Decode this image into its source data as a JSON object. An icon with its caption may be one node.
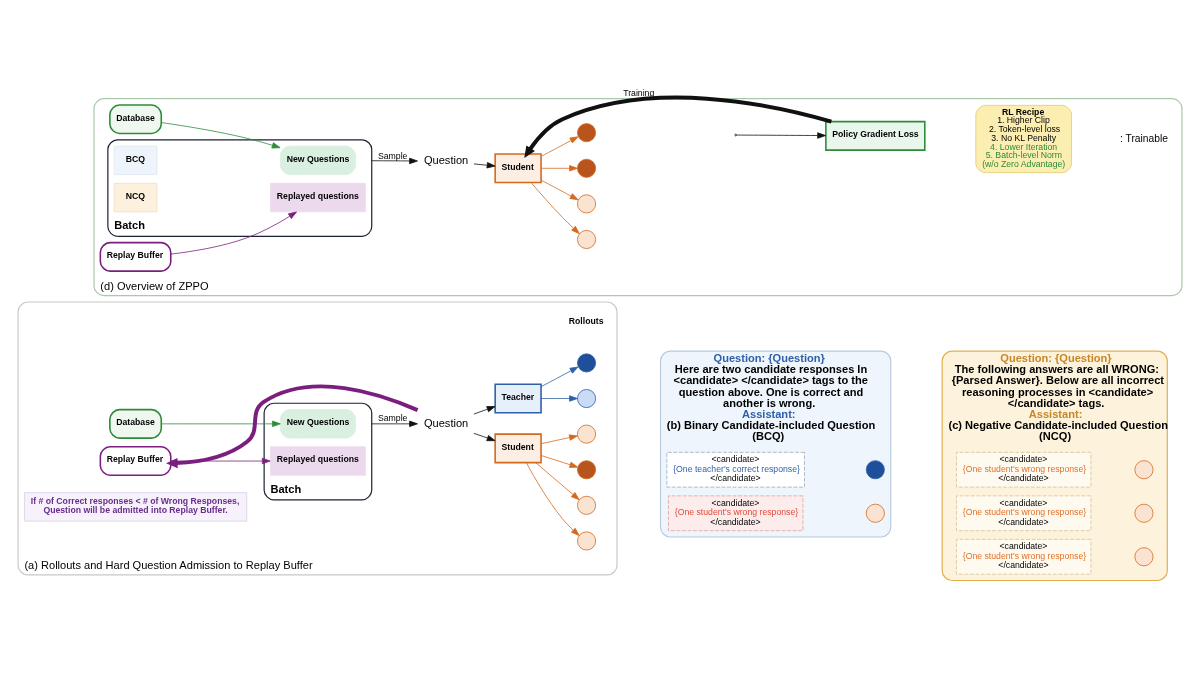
{
  "diagram": {
    "nodes": [
      {
        "text": [
          "(a) Rollouts and Hard Question Admission to Replay Buffer"
        ]
      },
      {
        "text": [
          "Database"
        ],
        "in": 0
      },
      {
        "text": [
          "Replay Buffer"
        ],
        "in": 0
      },
      {
        "text": [
          "Batch"
        ],
        "in": 0
      },
      {
        "text": [
          "New Questions"
        ],
        "in": 3
      },
      {
        "text": [
          "Replayed questions"
        ],
        "in": 3
      },
      {
        "text": [
          "Question"
        ],
        "in": 0
      },
      {
        "text": [
          "Teacher"
        ],
        "in": 0
      },
      {
        "text": [
          "Student"
        ],
        "in": 0
      },
      {
        "text": [],
        "shape": "circle",
        "in": 0
      },
      {
        "text": [],
        "shape": "circle",
        "in": 0
      },
      {
        "text": [],
        "shape": "circle",
        "in": 0
      },
      {
        "text": [],
        "shape": "circle",
        "in": 0
      },
      {
        "text": [],
        "shape": "circle",
        "in": 0
      },
      {
        "text": [],
        "shape": "circle",
        "in": 0
      },
      {
        "text": [
          "If # of Correct responses < # of Wrong Responses, Question will be admitted into Replay Buffer."
        ],
        "in": 0
      },
      {
        "text": [
          "Question: {Question}",
          "Here are two candidate responses In <candidate> </candidate> tags to the question above. One is correct and another is wrong.",
          "Assistant:",
          "(b) Binary Candidate-included Question (BCQ)"
        ]
      },
      {
        "text": [
          "<candidate>",
          "{One teacher's correct response}",
          "</candidate>"
        ],
        "in": 16
      },
      {
        "text": [],
        "shape": "circle",
        "in": 16
      },
      {
        "text": [
          "<candidate>",
          "{One student's wrong response}",
          "</candidate>"
        ],
        "in": 16
      },
      {
        "text": [],
        "shape": "circle",
        "in": 16
      },
      {
        "text": [
          "Question: {Question}",
          "The following answers are all WRONG: {Parsed Answer}. Below are all incorrect reasoning processes in <candidate> </candidate> tags.",
          "Assistant:",
          "(c) Negative Candidate-included Question (NCQ)"
        ]
      },
      {
        "text": [
          "<candidate>",
          "{One student's wrong response}",
          "</candidate>"
        ],
        "in": 21
      },
      {
        "text": [],
        "shape": "circle",
        "in": 21
      },
      {
        "text": [
          "<candidate>",
          "{One student's wrong response}",
          "</candidate>"
        ],
        "in": 21
      },
      {
        "text": [],
        "shape": "circle",
        "in": 21
      },
      {
        "text": [
          "<candidate>",
          "{One student's wrong response}",
          "</candidate>"
        ],
        "in": 21
      },
      {
        "text": [],
        "shape": "circle",
        "in": 21
      },
      {
        "text": [
          "(d) Overview of ZPPO"
        ]
      },
      {
        "text": [
          "Database"
        ],
        "in": 28
      },
      {
        "text": [
          "Replay Buffer"
        ],
        "in": 28
      },
      {
        "text": [
          "Batch"
        ],
        "in": 28
      },
      {
        "text": [
          "New Questions"
        ],
        "in": 31
      },
      {
        "text": [
          "Replayed questions"
        ],
        "in": 31
      },
      {
        "text": [
          "BCQ"
        ],
        "in": 31
      },
      {
        "text": [
          "NCQ"
        ],
        "in": 31
      },
      {
        "text": [
          "Question"
        ],
        "in": 28
      },
      {
        "text": [
          "Student"
        ],
        "in": 28
      },
      {
        "text": [],
        "shape": "circle",
        "in": 28
      },
      {
        "text": [],
        "shape": "circle",
        "in": 28
      },
      {
        "text": [],
        "shape": "circle",
        "in": 28
      },
      {
        "text": [],
        "shape": "circle",
        "in": 28
      },
      {
        "text": [
          "Policy Gradient Loss"
        ],
        "in": 28
      },
      {
        "text": [
          "RL Recipe",
          "1. Higher Clip",
          "2. Token-level loss",
          "3. No KL Penalty",
          "4. Lower Iteration",
          "5. Batch-level Norm",
          "(w/o Zero Advantage)"
        ],
        "in": 28
      }
    ],
    "edges": [
      {
        "from": 1,
        "to": 4,
        "arrow": "to",
        "color": "#2e8b3a"
      },
      {
        "from": 2,
        "to": 5,
        "arrow": "to",
        "color": "#7b1f7f"
      },
      {
        "from": 3,
        "to": 6,
        "arrow": "to",
        "label": "Sample",
        "color": "#111111"
      },
      {
        "from": 6,
        "to": 7,
        "arrow": "to",
        "color": "#111111"
      },
      {
        "from": 6,
        "to": 8,
        "arrow": "to",
        "color": "#111111"
      },
      {
        "from": 7,
        "to": 9,
        "arrow": "to",
        "color": "#2e5fa8"
      },
      {
        "from": 7,
        "to": 10,
        "arrow": "to",
        "color": "#2e5fa8"
      },
      {
        "from": 8,
        "to": 11,
        "arrow": "to",
        "color": "#d2691e"
      },
      {
        "from": 8,
        "to": 12,
        "arrow": "to",
        "color": "#d2691e"
      },
      {
        "from": 8,
        "to": 13,
        "arrow": "to",
        "color": "#d2691e"
      },
      {
        "from": 8,
        "to": 14,
        "arrow": "to",
        "color": "#d2691e"
      },
      {
        "from": 6,
        "to": 2,
        "arrow": "to",
        "style": "thick",
        "color": "#7b1f7f"
      },
      {
        "from": 29,
        "to": 32,
        "arrow": "to",
        "color": "#2e8b3a"
      },
      {
        "from": 30,
        "to": 33,
        "arrow": "to",
        "color": "#7b1f7f"
      },
      {
        "from": 31,
        "to": 36,
        "arrow": "to",
        "label": "Sample",
        "color": "#111111"
      },
      {
        "from": 36,
        "to": 37,
        "arrow": "to",
        "color": "#111111"
      },
      {
        "from": 37,
        "to": 38,
        "arrow": "to",
        "color": "#d2691e"
      },
      {
        "from": 37,
        "to": 39,
        "arrow": "to",
        "color": "#d2691e"
      },
      {
        "from": 37,
        "to": 40,
        "arrow": "to",
        "color": "#d2691e"
      },
      {
        "from": 37,
        "to": 41,
        "arrow": "to",
        "color": "#d2691e"
      },
      {
        "from": null,
        "to": 42,
        "arrow": "to",
        "color": "#111111"
      },
      {
        "from": 42,
        "to": 37,
        "arrow": "to",
        "style": "thick",
        "label": "Training",
        "color": "#111111"
      }
    ],
    "labels": [
      "Rollouts"
    ],
    "legend": [
      {
        "text": ": Trainable"
      }
    ]
  }
}
